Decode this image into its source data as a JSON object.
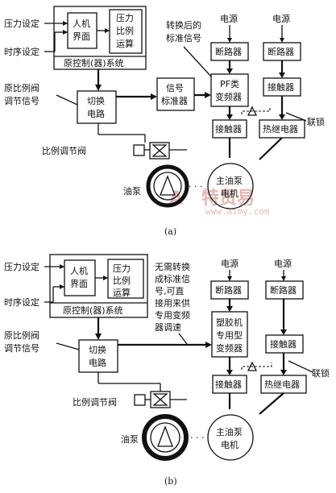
{
  "diagram_a": {
    "pressure_setting": "压力设定",
    "timing_setting": "时序设定",
    "hmi": [
      "人机",
      "界面"
    ],
    "pressure_prop_calc": [
      "压力",
      "比例",
      "运算"
    ],
    "original_controller": "原控制(器)系统",
    "original_valve_signal": [
      "原比例阀",
      "调节信号"
    ],
    "switch_circuit": [
      "切换",
      "电路"
    ],
    "signal_standardizer": [
      "信号",
      "标准器"
    ],
    "converted_signal_note": [
      "转换后的",
      "标准信号"
    ],
    "power_left": "电源",
    "power_right": "电源",
    "breaker_left": "断路器",
    "breaker_right": "断路器",
    "inverter": [
      "PF类",
      "变频器"
    ],
    "contactor_left": "接触器",
    "contactor_right": "接触器",
    "thermal_relay": "热继电器",
    "interlock": "联锁",
    "prop_valve": "比例调节阀",
    "oil_pump": "油泵",
    "main_motor": [
      "主油泵",
      "电机"
    ],
    "caption": "(a)"
  },
  "diagram_b": {
    "pressure_setting": "压力设定",
    "timing_setting": "时序设定",
    "hmi": [
      "人机",
      "界面"
    ],
    "pressure_prop_calc": [
      "压力",
      "比例",
      "运算"
    ],
    "original_controller": "原控制(器)系统",
    "original_valve_signal": [
      "原比例阀",
      "调节信号"
    ],
    "switch_circuit": [
      "切换",
      "电路"
    ],
    "no_conversion_note": [
      "无需转换",
      "成标准信",
      "号,可直",
      "接用来供",
      "专用变频",
      "器调速"
    ],
    "power_left": "电源",
    "power_right": "电源",
    "breaker_left": "断路器",
    "breaker_right": "断路器",
    "inverter": [
      "塑胶机",
      "专用型",
      "变频器"
    ],
    "contactor_left": "接触器",
    "contactor_right": "接触器",
    "thermal_relay": "热继电器",
    "interlock": "联锁",
    "prop_valve": "比例调节阀",
    "oil_pump": "油泵",
    "main_motor": [
      "主油泵",
      "电机"
    ],
    "caption": "(b)"
  },
  "watermark": {
    "brand": "特贸易",
    "url": "www.atmy.com"
  }
}
